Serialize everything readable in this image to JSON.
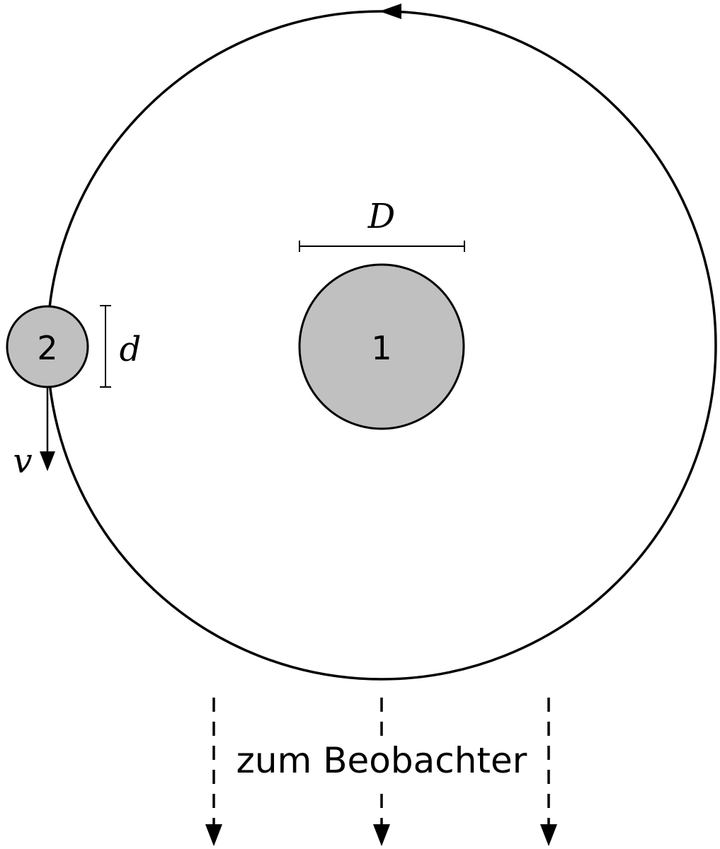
{
  "diagram": {
    "body_large": {
      "label": "1",
      "fill_color": "#c0c0c0"
    },
    "body_small": {
      "label": "2",
      "fill_color": "#c0c0c0"
    },
    "dimension_large": {
      "label": "D"
    },
    "dimension_small": {
      "label": "d"
    },
    "velocity": {
      "label": "v"
    },
    "observer": {
      "label": "zum Beobachter"
    },
    "colors": {
      "stroke": "#000000",
      "background": "#ffffff"
    }
  }
}
